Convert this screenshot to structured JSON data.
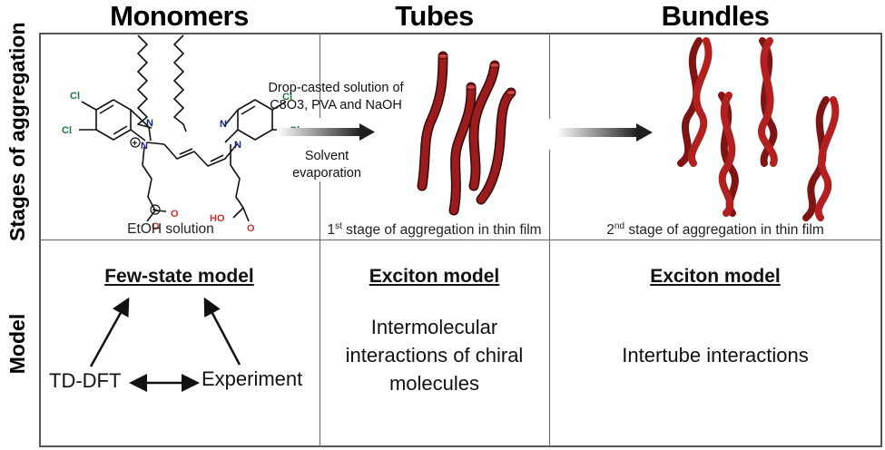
{
  "columns": {
    "monomers": "Monomers",
    "tubes": "Tubes",
    "bundles": "Bundles"
  },
  "rows": {
    "stages": "Stages of aggregation",
    "model": "Model"
  },
  "stages": {
    "monomer_caption": "EtOH solution",
    "molecule": {
      "atoms": {
        "cl": "Cl",
        "n": "N",
        "o": "O",
        "ho": "HO",
        "plus": "+",
        "minus": "−"
      }
    },
    "process_arrow": {
      "top_line1": "Drop-casted solution of",
      "top_line2": "C8O3, PVA and NaOH",
      "bottom_line1": "Solvent",
      "bottom_line2": "evaporation"
    },
    "tubes_caption": {
      "ordinal": "1",
      "suffix": "st",
      "text": " stage of aggregation in thin film"
    },
    "bundles_caption": {
      "ordinal": "2",
      "suffix": "nd",
      "text": " stage of aggregation in thin film"
    },
    "tube_color": "#9b1c1c"
  },
  "models": {
    "monomers": {
      "heading": "Few-state model",
      "left_node": "TD-DFT",
      "right_node": "Experiment"
    },
    "tubes": {
      "heading": "Exciton model",
      "body_line1": "Intermolecular",
      "body_line2": "interactions of chiral",
      "body_line3": "molecules"
    },
    "bundles": {
      "heading": "Exciton model",
      "body_line1": "Intertube interactions"
    }
  }
}
